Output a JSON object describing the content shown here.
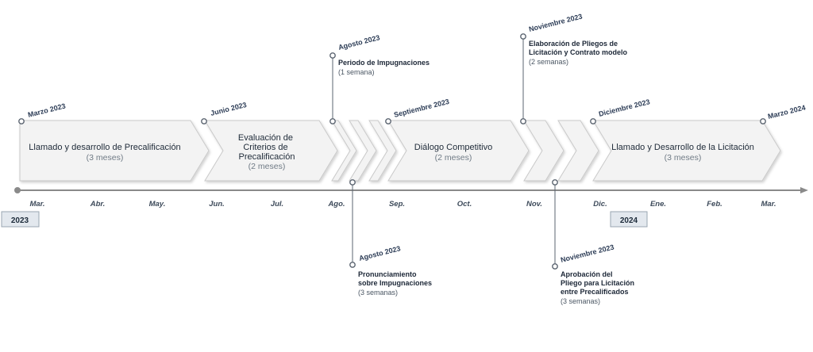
{
  "phases": [
    {
      "title_lines": [
        "Llamado y desarrollo de Precalificación"
      ],
      "duration": "(3 meses)"
    },
    {
      "title_lines": [
        "Evaluación de",
        "Criterios de",
        "Precalificación"
      ],
      "duration": "(2 meses)"
    },
    {
      "title_lines": [
        "Diálogo Competitivo"
      ],
      "duration": "(2 meses)"
    },
    {
      "title_lines": [
        "Llamado y Desarrollo de la Licitación"
      ],
      "duration": "(3 meses)"
    }
  ],
  "milestones_top": [
    {
      "date": "Marzo 2023"
    },
    {
      "date": "Junio 2023"
    },
    {
      "date": "Agosto 2023",
      "title_lines": [
        "Periodo de Impugnaciones"
      ],
      "duration": "(1 semana)"
    },
    {
      "date": "Septiembre 2023"
    },
    {
      "date": "Noviembre 2023",
      "title_lines": [
        "Elaboración de Pliegos de",
        "Licitación y Contrato modelo"
      ],
      "duration": "(2 semanas)"
    },
    {
      "date": "Diciembre 2023"
    },
    {
      "date": "Marzo 2024"
    }
  ],
  "milestones_bottom": [
    {
      "date": "Agosto 2023",
      "title_lines": [
        "Pronunciamiento",
        "sobre Impugnaciones"
      ],
      "duration": "(3 semanas)"
    },
    {
      "date": "Noviembre 2023",
      "title_lines": [
        "Aprobación del",
        "Pliego para Licitación",
        "entre Precalificados"
      ],
      "duration": "(3 semanas)"
    }
  ],
  "months": [
    "Mar.",
    "Abr.",
    "May.",
    "Jun.",
    "Jul.",
    "Ago.",
    "Sep.",
    "Oct.",
    "Nov.",
    "Dic.",
    "Ene.",
    "Feb.",
    "Mar."
  ],
  "years": [
    "2023",
    "2024"
  ],
  "colors": {
    "phase_fill": "#f3f3f3",
    "phase_stroke": "#c9c9c9",
    "axis": "#8a8a8a",
    "year_fill": "#e3e8ee",
    "year_stroke": "#9aa6b2",
    "marker": "#5b6470"
  }
}
